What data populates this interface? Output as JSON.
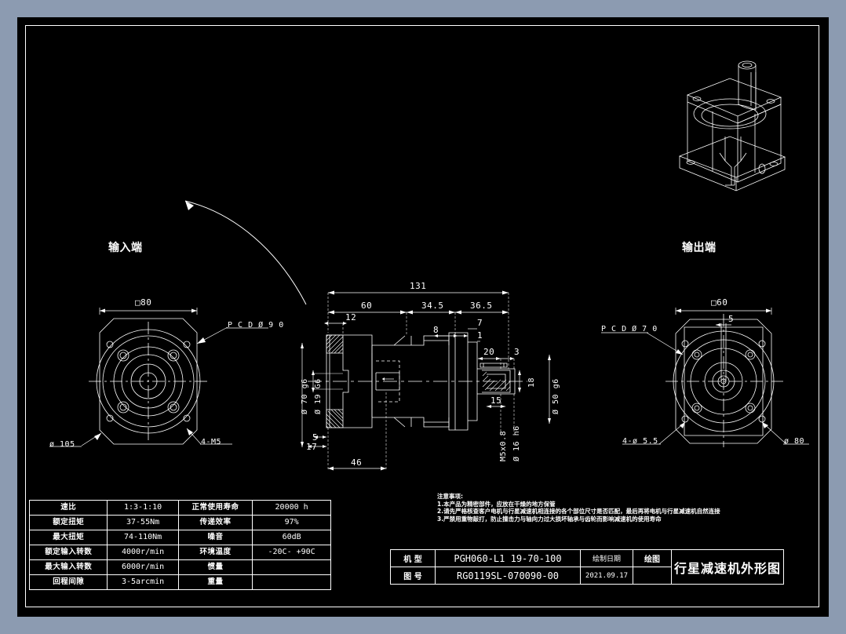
{
  "sheet": {
    "background_color": "#8c9bb1",
    "paper_color": "#000000",
    "line_color": "#ffffff"
  },
  "labels": {
    "input_end": "输入端",
    "output_end": "输出端"
  },
  "left_view": {
    "name": "input-flange-view",
    "square": "□80",
    "pcd": "P C D Ø 9 0",
    "bore": "ø 105",
    "holes": "4-M5"
  },
  "right_view": {
    "name": "output-flange-view",
    "square": "□60",
    "pcd": "P C D Ø 7 0",
    "key_width": "5",
    "holes": "4-ø 5.5",
    "outer": "ø 80"
  },
  "section_view": {
    "overall_length": "131",
    "dim_60": "60",
    "dim_34_5": "34.5",
    "dim_36_5": "36.5",
    "dim_12": "12",
    "dim_8": "8",
    "dim_7": "7",
    "dim_1": "1",
    "dim_20": "20",
    "dim_3": "3",
    "dim_15": "15",
    "dim_18": "18",
    "dim_5": "5",
    "dim_17": "17",
    "dim_46": "46",
    "pilot_70": "Ø 70 g6",
    "bore_19": "Ø 19 G6",
    "pilot_50": "Ø 50 g6",
    "thread": "M5x0.8",
    "shaft_16": "Ø 16 h6"
  },
  "spec_table": {
    "rows": [
      {
        "label": "速比",
        "value": "1:3-1:10",
        "label2": "正常使用寿命",
        "value2": "20000 h"
      },
      {
        "label": "额定扭矩",
        "value": "37-55Nm",
        "label2": "传递效率",
        "value2": "97%"
      },
      {
        "label": "最大扭矩",
        "value": "74-110Nm",
        "label2": "噪音",
        "value2": "60dB"
      },
      {
        "label": "额定输入转数",
        "value": "4000r/min",
        "label2": "环境温度",
        "value2": "-20C- +90C"
      },
      {
        "label": "最大输入转数",
        "value": "6000r/min",
        "label2": "惯量",
        "value2": ""
      },
      {
        "label": "回程间隙",
        "value": "3-5arcmin",
        "label2": "重量",
        "value2": ""
      }
    ]
  },
  "title_block": {
    "model_label": "机 型",
    "model_value": "PGH060-L1 19-70-100",
    "drawing_label": "图 号",
    "drawing_value": "RG0119SL-070090-00",
    "date_label": "绘制日期",
    "date_value": "2021.09.17",
    "drawn_label": "绘图",
    "drawn_value": "",
    "title": "行星减速机外形图"
  },
  "notes": {
    "heading": "注意事项:",
    "items": [
      "1.本产品为精密部件，应放在干燥的地方保管",
      "2.请先严格核查客户电机与行星减速机相连接的各个部位尺寸是否匹配，最后再将电机与行星减速机自然连接",
      "3.严禁用重物敲打，防止撞击力与轴向力过大损坏轴承与齿轮而影响减速机的使用寿命"
    ]
  }
}
